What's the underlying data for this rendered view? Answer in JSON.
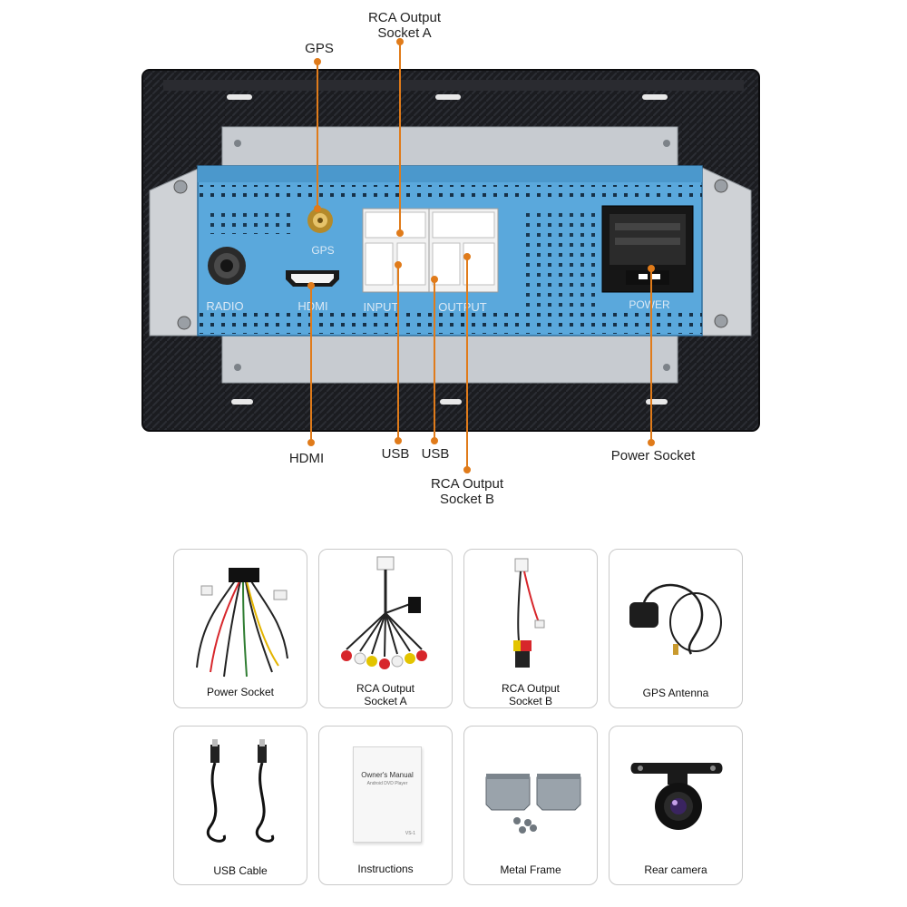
{
  "diagram": {
    "callouts": {
      "rca_a_line1": "RCA Output",
      "rca_a_line2": "Socket A",
      "gps": "GPS",
      "hdmi": "HDMI",
      "usb_1": "USB",
      "usb_2": "USB",
      "rca_b_line1": "RCA Output",
      "rca_b_line2": "Socket B",
      "power": "Power Socket"
    },
    "panel_labels": {
      "radio": "RADIO",
      "hdmi": "HDMI",
      "gps": "GPS",
      "input": "INPUT",
      "output": "OUTPUT",
      "power": "POWER"
    },
    "colors": {
      "accent": "#e07b1a",
      "chassis": "#5aa8dc",
      "frame": "#1c1d21"
    }
  },
  "accessories": [
    {
      "icon": "power-harness-icon",
      "line1": "Power Socket",
      "line2": ""
    },
    {
      "icon": "rca-cable-a-icon",
      "line1": "RCA Output",
      "line2": "Socket A"
    },
    {
      "icon": "rca-cable-b-icon",
      "line1": "RCA Output",
      "line2": "Socket B"
    },
    {
      "icon": "gps-antenna-icon",
      "line1": "GPS Antenna",
      "line2": ""
    },
    {
      "icon": "usb-cable-icon",
      "line1": "USB Cable",
      "line2": ""
    },
    {
      "icon": "manual-icon",
      "line1": "Instructions",
      "line2": "",
      "manual_title": "Owner's Manual",
      "manual_sub": "Android DVD Player",
      "manual_code": "VS-1"
    },
    {
      "icon": "metal-frame-icon",
      "line1": "Metal Frame",
      "line2": ""
    },
    {
      "icon": "rear-camera-icon",
      "line1": "Rear camera",
      "line2": ""
    }
  ]
}
